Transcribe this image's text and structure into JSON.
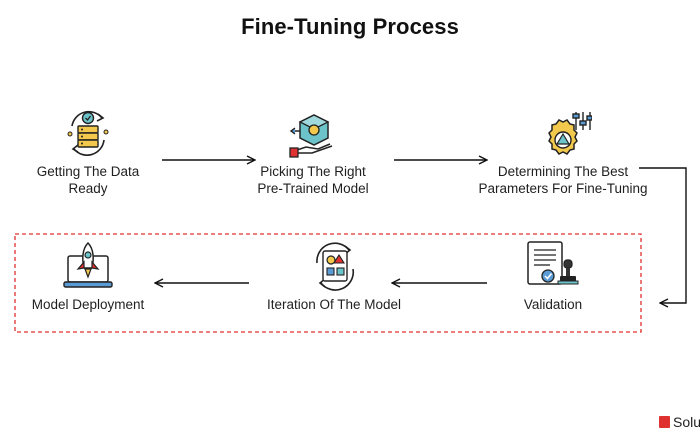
{
  "title": "Fine-Tuning Process",
  "steps": [
    {
      "label_line1": "Getting The Data",
      "label_line2": "Ready",
      "icon": "data-server-icon"
    },
    {
      "label_line1": "Picking The Right",
      "label_line2": "Pre-Trained Model",
      "icon": "model-cube-hand-icon"
    },
    {
      "label_line1": "Determining The Best",
      "label_line2": "Parameters For Fine-Tuning",
      "icon": "gear-sliders-icon"
    },
    {
      "label_line1": "Validation",
      "icon": "validation-document-stamp-icon"
    },
    {
      "label_line1": "Iteration Of The Model",
      "icon": "iteration-cycle-icon"
    },
    {
      "label_line1": "Model Deployment",
      "icon": "rocket-laptop-icon"
    }
  ],
  "brand": "Solu",
  "colors": {
    "accent": "#e03131",
    "icon_fill": "#f2c94c",
    "icon_blue": "#5b9bd5",
    "icon_teal": "#6cc3c9"
  }
}
